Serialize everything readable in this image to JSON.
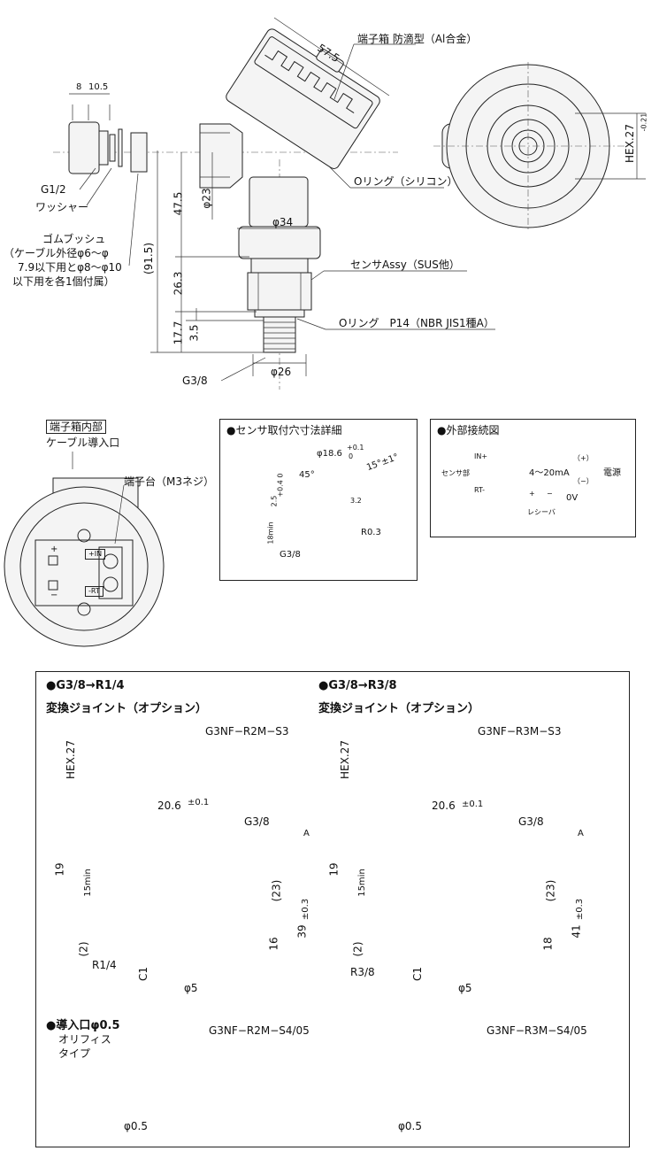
{
  "top": {
    "dim_57_5": "57.5",
    "terminal_box": "端子箱 防滴型（Al合金）",
    "dim_8": "8",
    "dim_10_5": "10.5",
    "g12": "G1/2",
    "washer": "ワッシャー",
    "rubber_bush": "ゴムブッシュ",
    "rubber_bush_l2": "（ケーブル外径φ6～φ",
    "rubber_bush_l3": "7.9以下用とφ8～φ10",
    "rubber_bush_l4": "以下用を各1個付属）",
    "oring_silicone": "Oリング（シリコン）",
    "dim_phi23": "φ23",
    "dim_47_5": "47.5",
    "dim_91_5": "(91.5)",
    "dim_phi34": "φ34",
    "sensor_assy": "センサAssy（SUS他）",
    "dim_26_3": "26.3",
    "dim_17_7": "17.7",
    "dim_3_5": "3.5",
    "oring_p14": "Oリング　P14（NBR JIS1種A）",
    "g38": "G3/8",
    "dim_phi26": "φ26",
    "hex_27": "HEX.27",
    "hex_27_tol": "-0.21"
  },
  "terminal": {
    "header_boxed": "端子箱内部",
    "cable_inlet": "ケーブル導入口",
    "terminal_block": "端子台（M3ネジ）",
    "plus": "+",
    "minus": "−",
    "in_plus": "+IN",
    "rt_minus": "-RT"
  },
  "hole_panel": {
    "title": "●センサ取付穴寸法詳細",
    "phi18_6": "φ18.6",
    "tol_plus": "+0.1",
    "tol_zero": "0",
    "deg15": "15°±1°",
    "deg45": "45°",
    "dim_2_5": "2.5",
    "tol_2_5": "+0.4 0",
    "dim_3_2": "3.2",
    "dim_18min": "18min",
    "r0_3": "R0.3",
    "g38": "G3/8"
  },
  "wiring_panel": {
    "title": "●外部接続図",
    "sensor": "センサ部",
    "in_plus": "IN+",
    "rt_minus": "RT-",
    "current": "4～20mA",
    "plus_label": "（+）",
    "minus_label": "（−）",
    "power": "電源",
    "plus": "+",
    "minus": "−",
    "zero_v": "0V",
    "receiver": "レシーバ"
  },
  "option": {
    "left_heading": "●G3/8→R1/4",
    "right_heading": "●G3/8→R3/8",
    "subtitle": "変換ジョイント（オプション）",
    "left_model": "G3NF−R2M−S3",
    "right_model": "G3NF−R3M−S3",
    "hex27": "HEX.27",
    "dim_20_6": "20.6",
    "tol_0_1": "±0.1",
    "g38": "G3/8",
    "datum_a": "A",
    "dim_19": "19",
    "dim_15min": "15min",
    "dim_23": "(23)",
    "dim_2": "(2)",
    "left_dim_39": "39",
    "right_dim_41": "41",
    "tol_0_3": "±0.3",
    "left_dim_16": "16",
    "right_dim_18": "18",
    "left_thread": "R1/4",
    "right_thread": "R3/8",
    "c1": "C1",
    "phi5": "φ5",
    "orifice_h1": "●導入口φ0.5",
    "orifice_h2": "オリフィス",
    "orifice_h3": "タイプ",
    "left_orifice_model": "G3NF−R2M−S4/05",
    "right_orifice_model": "G3NF−R3M−S4/05",
    "phi0_5": "φ0.5"
  }
}
